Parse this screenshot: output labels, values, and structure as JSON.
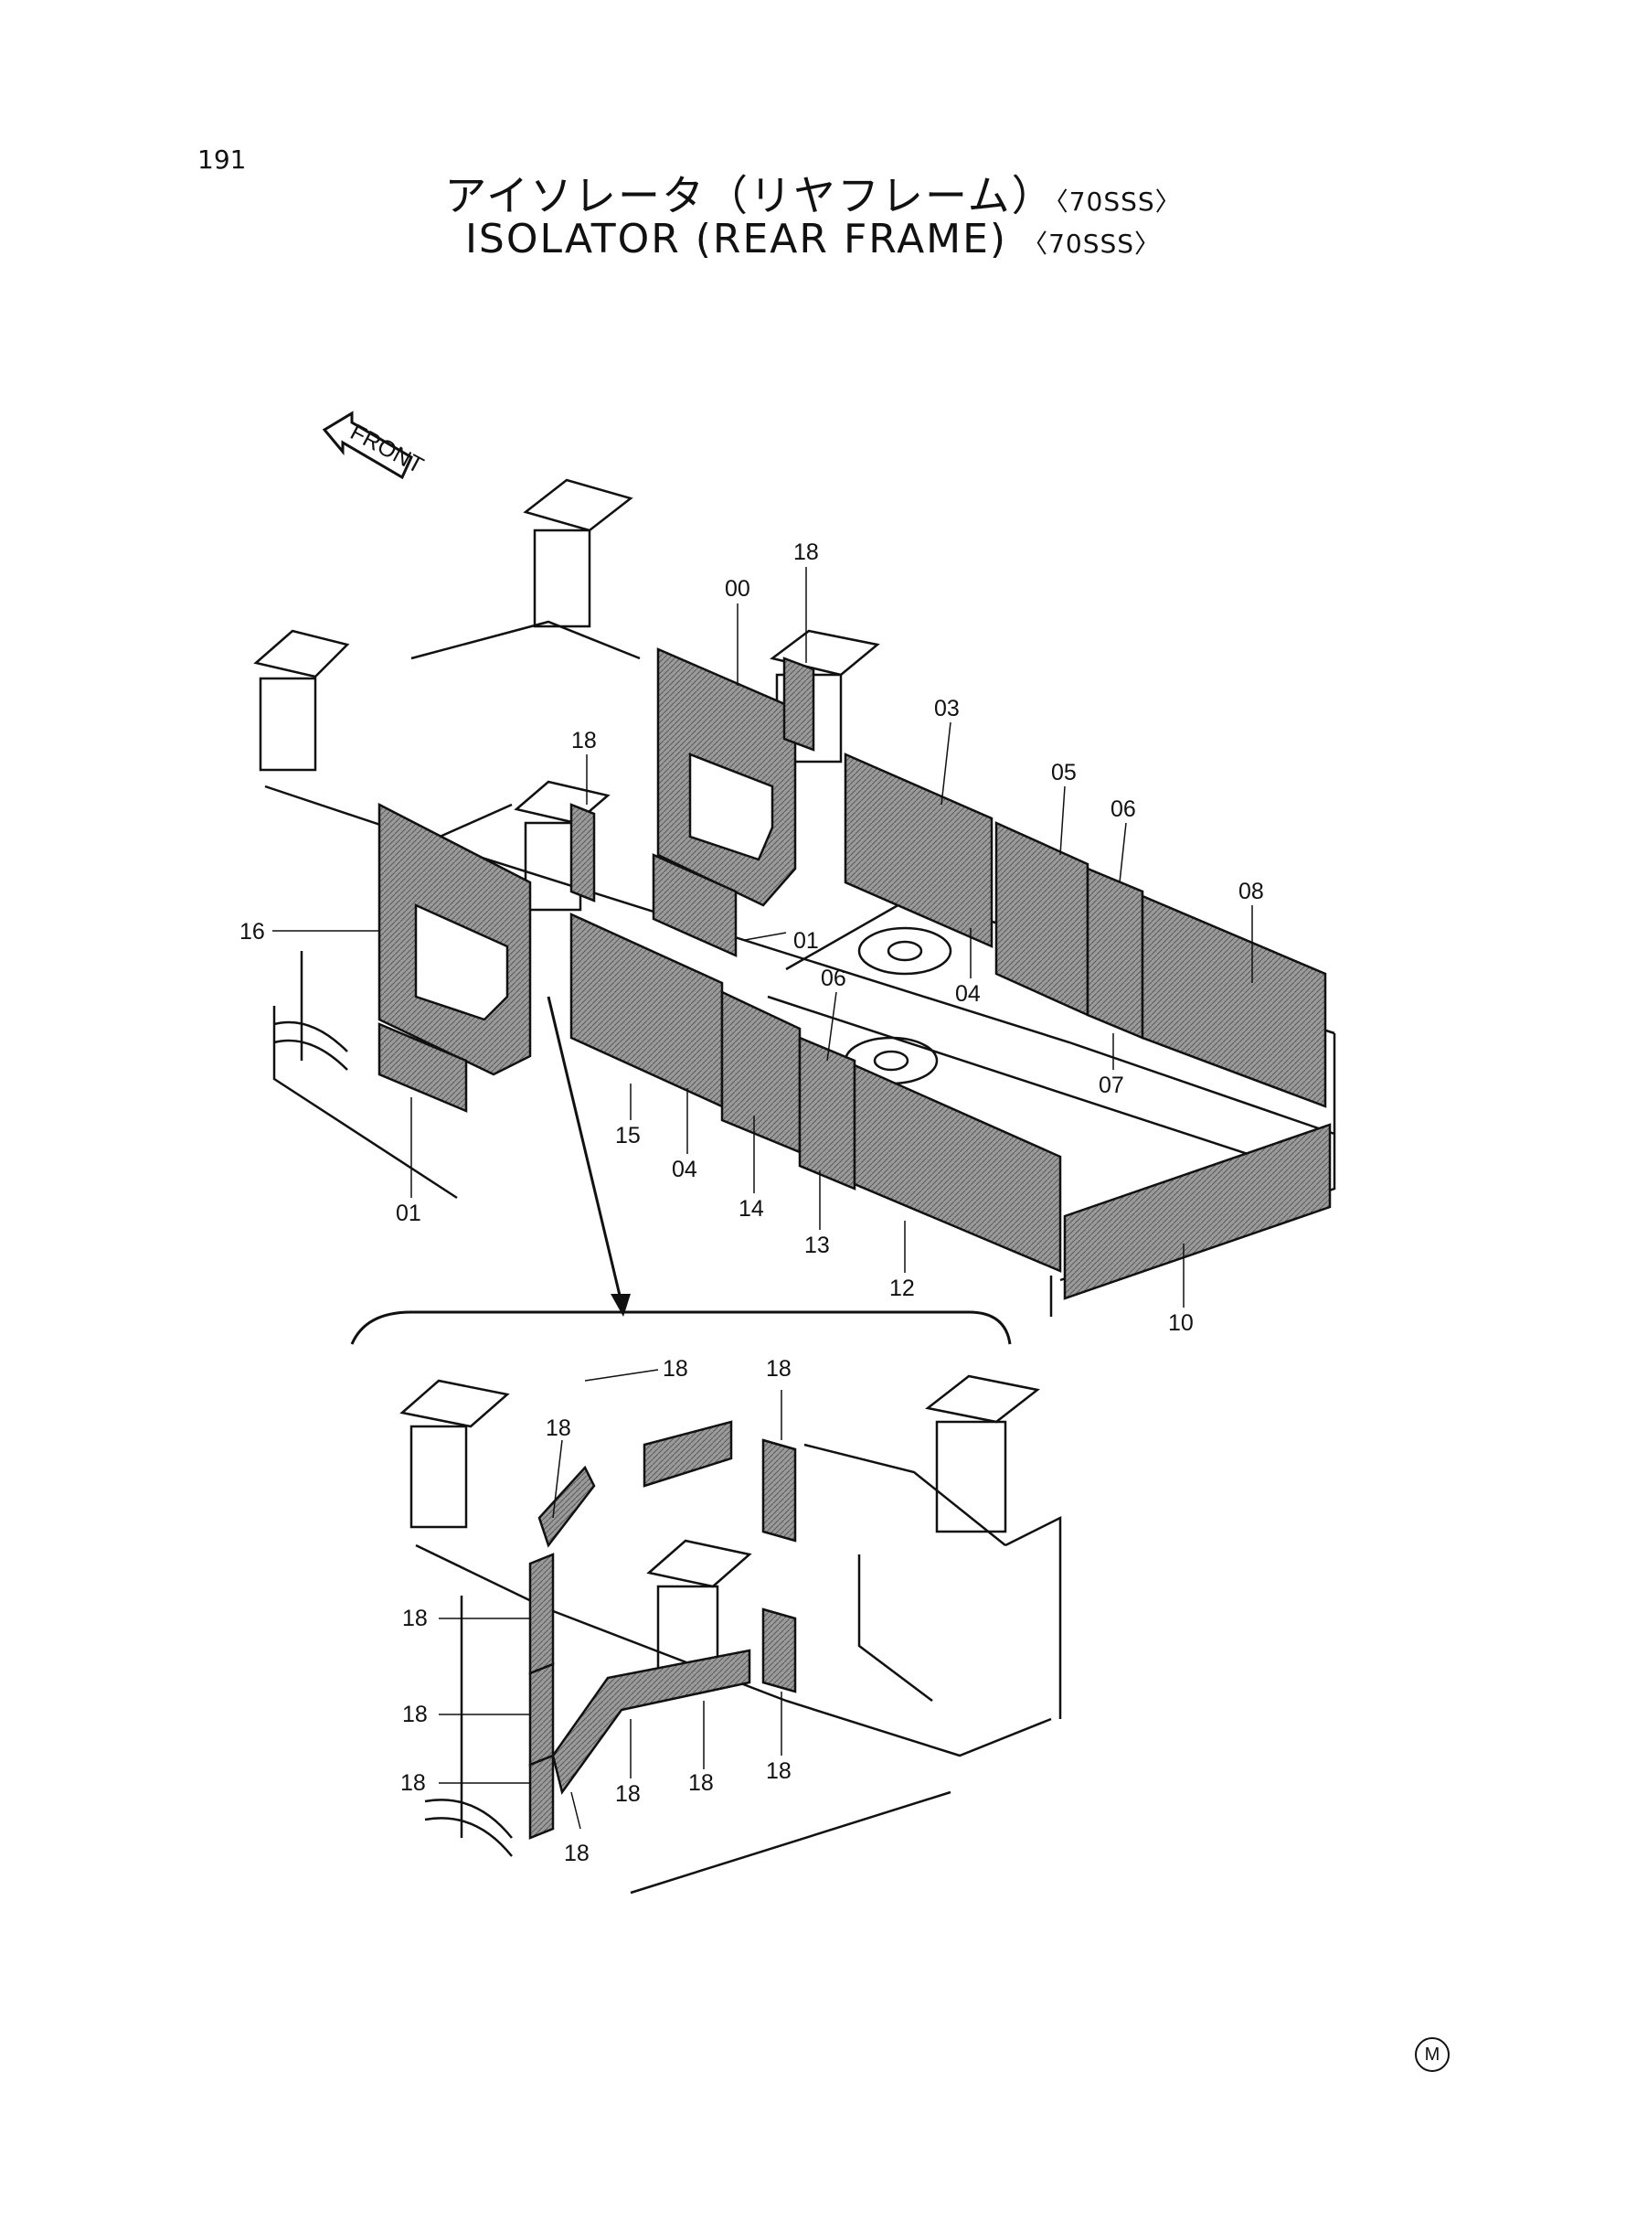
{
  "page_number": "191",
  "title_jp": "アイソレータ（リヤフレーム）",
  "title_en": "ISOLATOR (REAR FRAME)",
  "variant_tag": "〈70SSS〉",
  "front_label": "FRONT",
  "corner_mark": "M",
  "main_labels": {
    "p00": "00",
    "p18a": "18",
    "p18b": "18",
    "p03": "03",
    "p05": "05",
    "p06a": "06",
    "p08": "08",
    "p16": "16",
    "p01a": "01",
    "p06b": "06",
    "p04a": "04",
    "p07": "07",
    "p15": "15",
    "p04b": "04",
    "p14": "14",
    "p13": "13",
    "p12": "12",
    "p10": "10",
    "p01b": "01"
  },
  "detail_labels": {
    "d1": "18",
    "d2": "18",
    "d3": "18",
    "d4": "18",
    "d5": "18",
    "d6": "18",
    "d7": "18",
    "d8": "18",
    "d9": "18",
    "d10": "18"
  },
  "colors": {
    "line": "#111111",
    "pad": "#8a8a8a",
    "pad_dark": "#6e6e6e"
  }
}
